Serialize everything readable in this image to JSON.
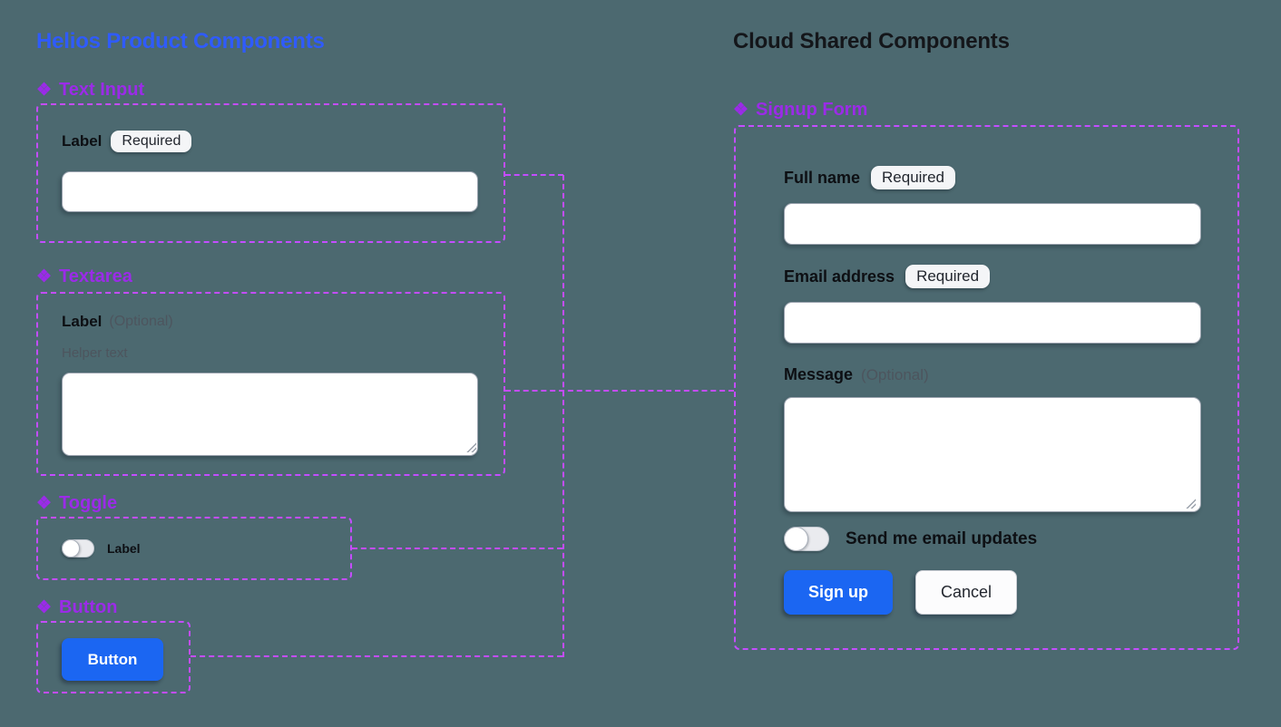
{
  "page": {
    "background_color": "#4c6970"
  },
  "glyphs": {
    "diamond": "❖"
  },
  "colors": {
    "wireframe_purple": "#c44dff",
    "heading_purple": "#9b2be8",
    "title_blue": "#2f5bfb",
    "primary_blue": "#1b66f2"
  },
  "left_panel": {
    "title": "Helios Product Components",
    "sections": {
      "text_input": {
        "heading": "Text Input",
        "label": "Label",
        "badge": "Required",
        "value": ""
      },
      "textarea": {
        "heading": "Textarea",
        "label": "Label",
        "optional": "(Optional)",
        "helper": "Helper text",
        "value": ""
      },
      "toggle": {
        "heading": "Toggle",
        "label": "Label",
        "state": "off"
      },
      "button": {
        "heading": "Button",
        "button_label": "Button"
      }
    }
  },
  "right_panel": {
    "title": "Cloud Shared Components",
    "section_heading": "Signup Form",
    "form": {
      "full_name": {
        "label": "Full name",
        "badge": "Required",
        "value": ""
      },
      "email": {
        "label": "Email address",
        "badge": "Required",
        "value": ""
      },
      "message": {
        "label": "Message",
        "optional": "(Optional)",
        "value": ""
      },
      "updates_toggle": {
        "label": "Send me email updates",
        "state": "off"
      },
      "submit_label": "Sign up",
      "cancel_label": "Cancel"
    }
  }
}
